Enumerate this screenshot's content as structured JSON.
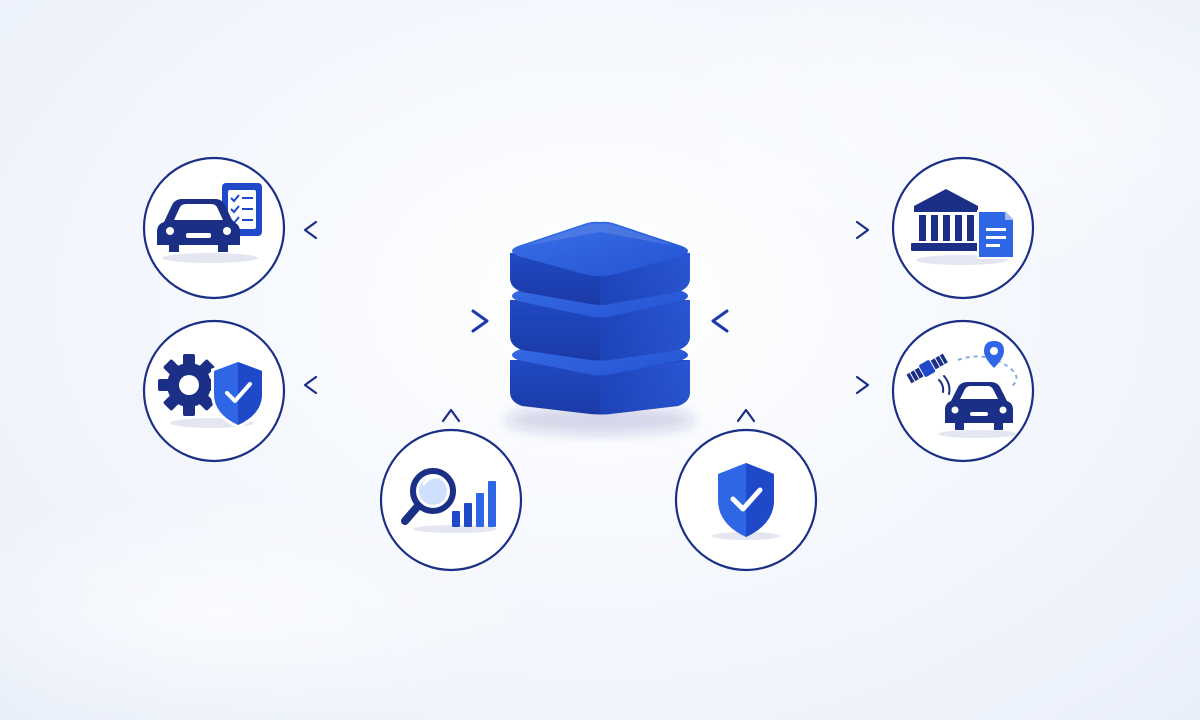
{
  "colors": {
    "primary_dark": "#1b2f86",
    "primary": "#1f49c9",
    "primary_light": "#2f66e6",
    "background": "#f3f6fc"
  },
  "center": {
    "icon": "database-stack-icon"
  },
  "nodes": [
    {
      "id": "vehicle-checklist",
      "icon": "car-checklist-icon"
    },
    {
      "id": "settings-security",
      "icon": "gear-shield-icon"
    },
    {
      "id": "search-analytics",
      "icon": "magnifier-bar-chart-icon"
    },
    {
      "id": "security-verified",
      "icon": "shield-check-icon"
    },
    {
      "id": "government-document",
      "icon": "bank-document-icon"
    },
    {
      "id": "vehicle-tracking",
      "icon": "satellite-car-location-icon"
    }
  ]
}
